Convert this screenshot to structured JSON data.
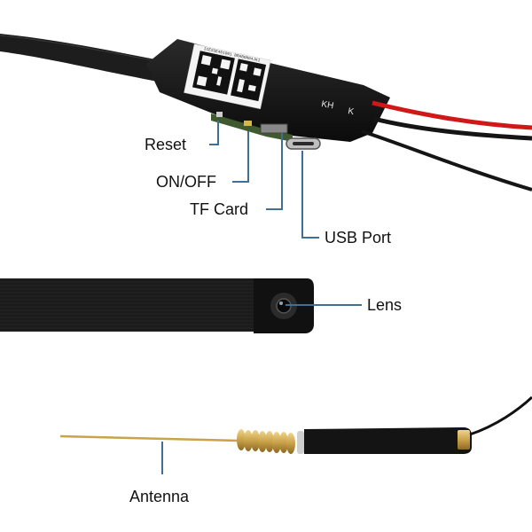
{
  "board": {
    "qr_caption": "ICESSE401001 BRABGN04JKI",
    "pin_labels": [
      "KH",
      "K"
    ]
  },
  "callouts": {
    "reset": "Reset",
    "on_off": "ON/OFF",
    "tf_card": "TF Card",
    "usb_port": "USB Port",
    "lens": "Lens",
    "antenna": "Antenna"
  },
  "colors": {
    "leader_line": "#3f6f95",
    "cable": "#161616",
    "red_wire": "#d01818",
    "antenna_gold": "#c9a24a"
  }
}
